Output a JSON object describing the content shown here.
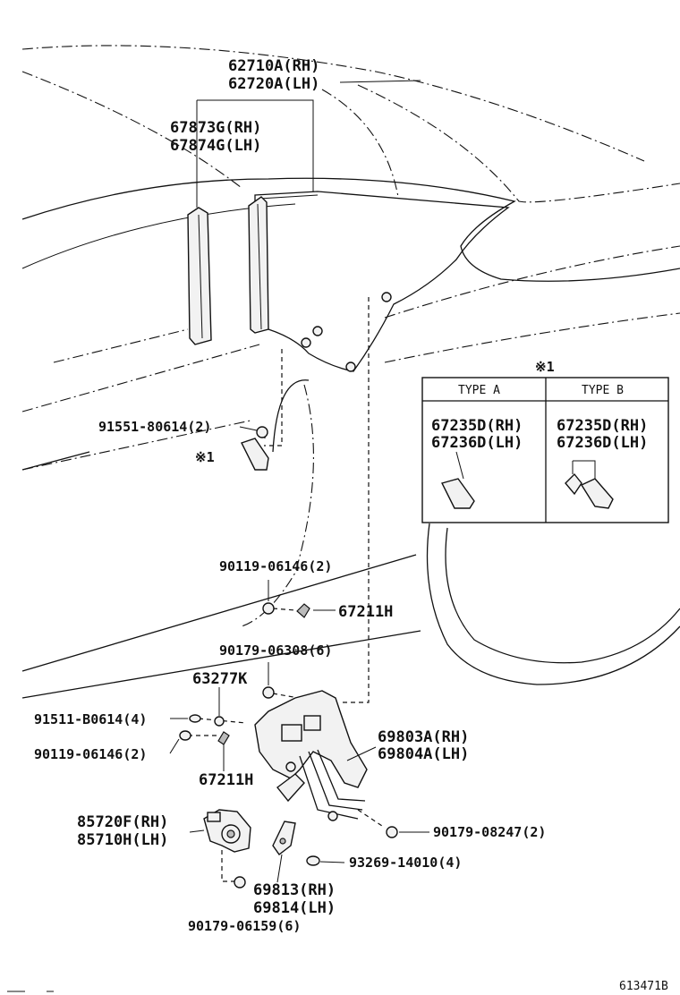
{
  "labels": {
    "p62710a": "62710A(RH)",
    "p62720a": "62720A(LH)",
    "p67873g": "67873G(RH)",
    "p67874g": "67874G(LH)",
    "p91551": "91551-80614(2)",
    "note1_left": "※1",
    "note1_inset": "※1",
    "type_a": "TYPE A",
    "type_b": "TYPE B",
    "a_rh": "67235D(RH)",
    "a_lh": "67236D(LH)",
    "b_rh": "67235D(RH)",
    "b_lh": "67236D(LH)",
    "p90119_top": "90119-06146(2)",
    "p67211h_top": "67211H",
    "p90179_06308": "90179-06308(6)",
    "p63277k": "63277K",
    "p91511": "91511-B0614(4)",
    "p90119_bottom": "90119-06146(2)",
    "p69803a": "69803A(RH)",
    "p69804a": "69804A(LH)",
    "p67211h_bottom": "67211H",
    "p85720f": "85720F(RH)",
    "p85710h": "85710H(LH)",
    "p90179_08247": "90179-08247(2)",
    "p93269": "93269-14010(4)",
    "p69813": "69813(RH)",
    "p69814": "69814(LH)",
    "p90179_06159": "90179-06159(6)",
    "diagram_id": "613471B"
  }
}
